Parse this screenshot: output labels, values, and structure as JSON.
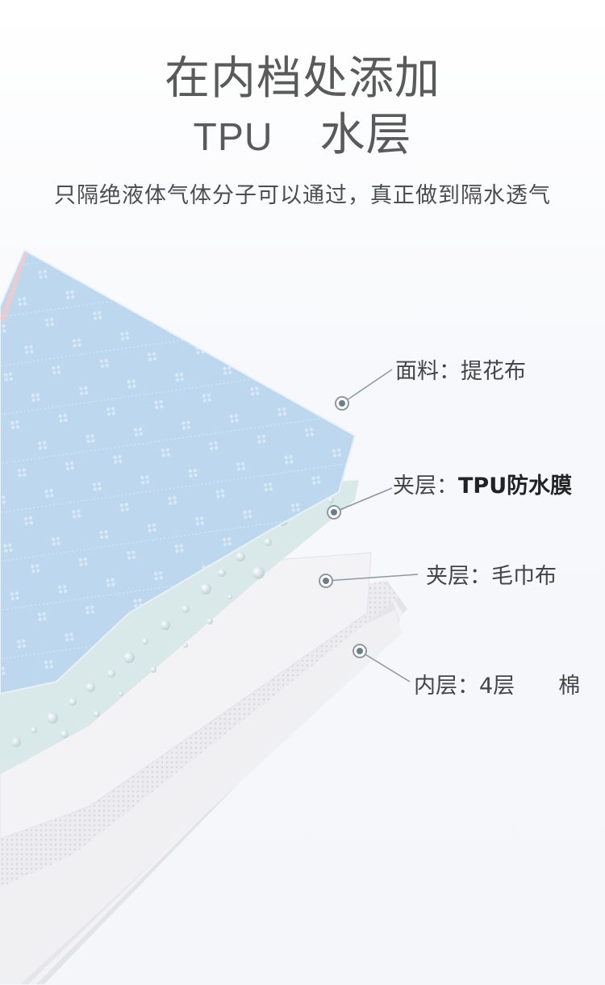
{
  "heading": {
    "line1": "在内档处添加",
    "line2_left": "TPU",
    "line2_right": "水层"
  },
  "subtitle": "只隔绝液体气体分子可以通过，真正做到隔水透气",
  "layers": [
    {
      "name": "面料：",
      "value": "提花布"
    },
    {
      "name": "夹层：",
      "value": "TPU防水膜"
    },
    {
      "name": "夹层：",
      "value": "毛巾布"
    },
    {
      "name": "内层：",
      "value": "4层",
      "value2": "棉"
    }
  ],
  "colors": {
    "title_text": "#5a5a5a",
    "face_fabric": "#bfd9ef",
    "tpu_film": "#dbe9ea",
    "towel": "#f1f1f3",
    "marker": "#6a7e8c"
  }
}
